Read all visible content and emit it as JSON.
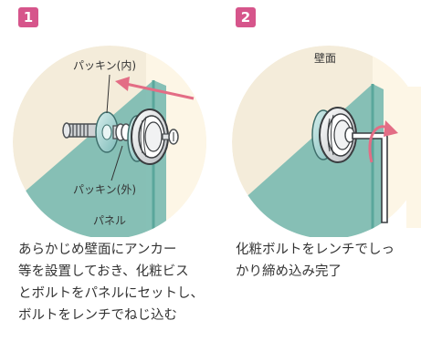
{
  "colors": {
    "badge": "#d6558b",
    "circle": "#f4ecda",
    "wall": "#fdf6e6",
    "glass": "#7fbdb3",
    "arrow": "#e36d85"
  },
  "step1": {
    "number": "1",
    "label_inner_packing": "パッキン(内)",
    "label_outer_packing": "パッキン(外)",
    "label_panel": "パネル",
    "description": [
      "あらかじめ壁面にアンカー",
      "等を設置しておき、化粧ビス",
      "とボルトをパネルにセットし、",
      "ボルトをレンチでねじ込む"
    ]
  },
  "step2": {
    "number": "2",
    "label_wall": "壁面",
    "description": [
      "化粧ボルトをレンチでしっ",
      "かり締め込み完了"
    ]
  }
}
